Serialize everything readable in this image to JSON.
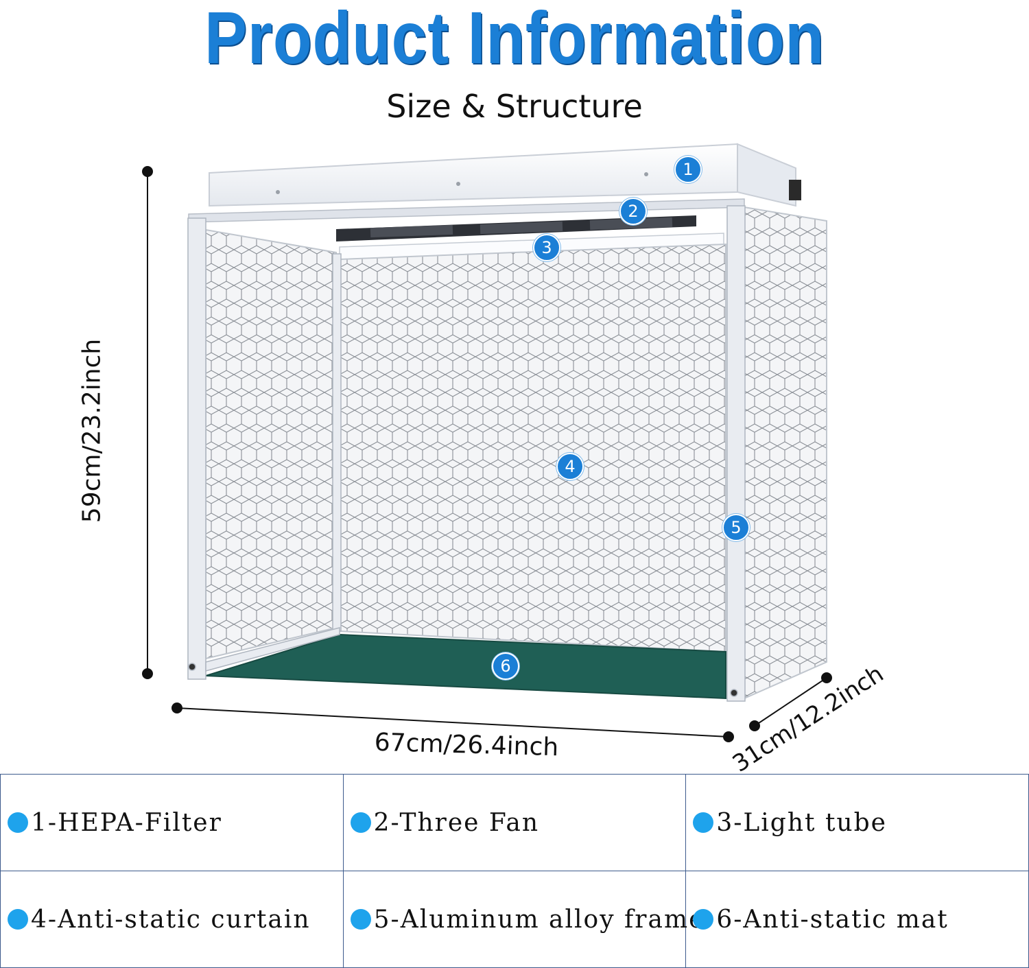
{
  "header": {
    "title": "Product Information",
    "subtitle": "Size & Structure"
  },
  "dimensions": {
    "height": "59cm/23.2inch",
    "width": "67cm/26.4inch",
    "depth": "31cm/12.2inch"
  },
  "callouts": [
    "1",
    "2",
    "3",
    "4",
    "5",
    "6"
  ],
  "legend": {
    "items": [
      "1-HEPA-Filter",
      "2-Three Fan",
      "3-Light tube",
      "4-Anti-static curtain",
      "5-Aluminum alloy frame",
      "6-Anti-static mat"
    ]
  },
  "colors": {
    "title": "#1b7fd6",
    "badge": "#1b7fd6",
    "legend_dot": "#1ea3ec",
    "mat": "#1f5f55",
    "table_border": "#3c5a8c"
  }
}
